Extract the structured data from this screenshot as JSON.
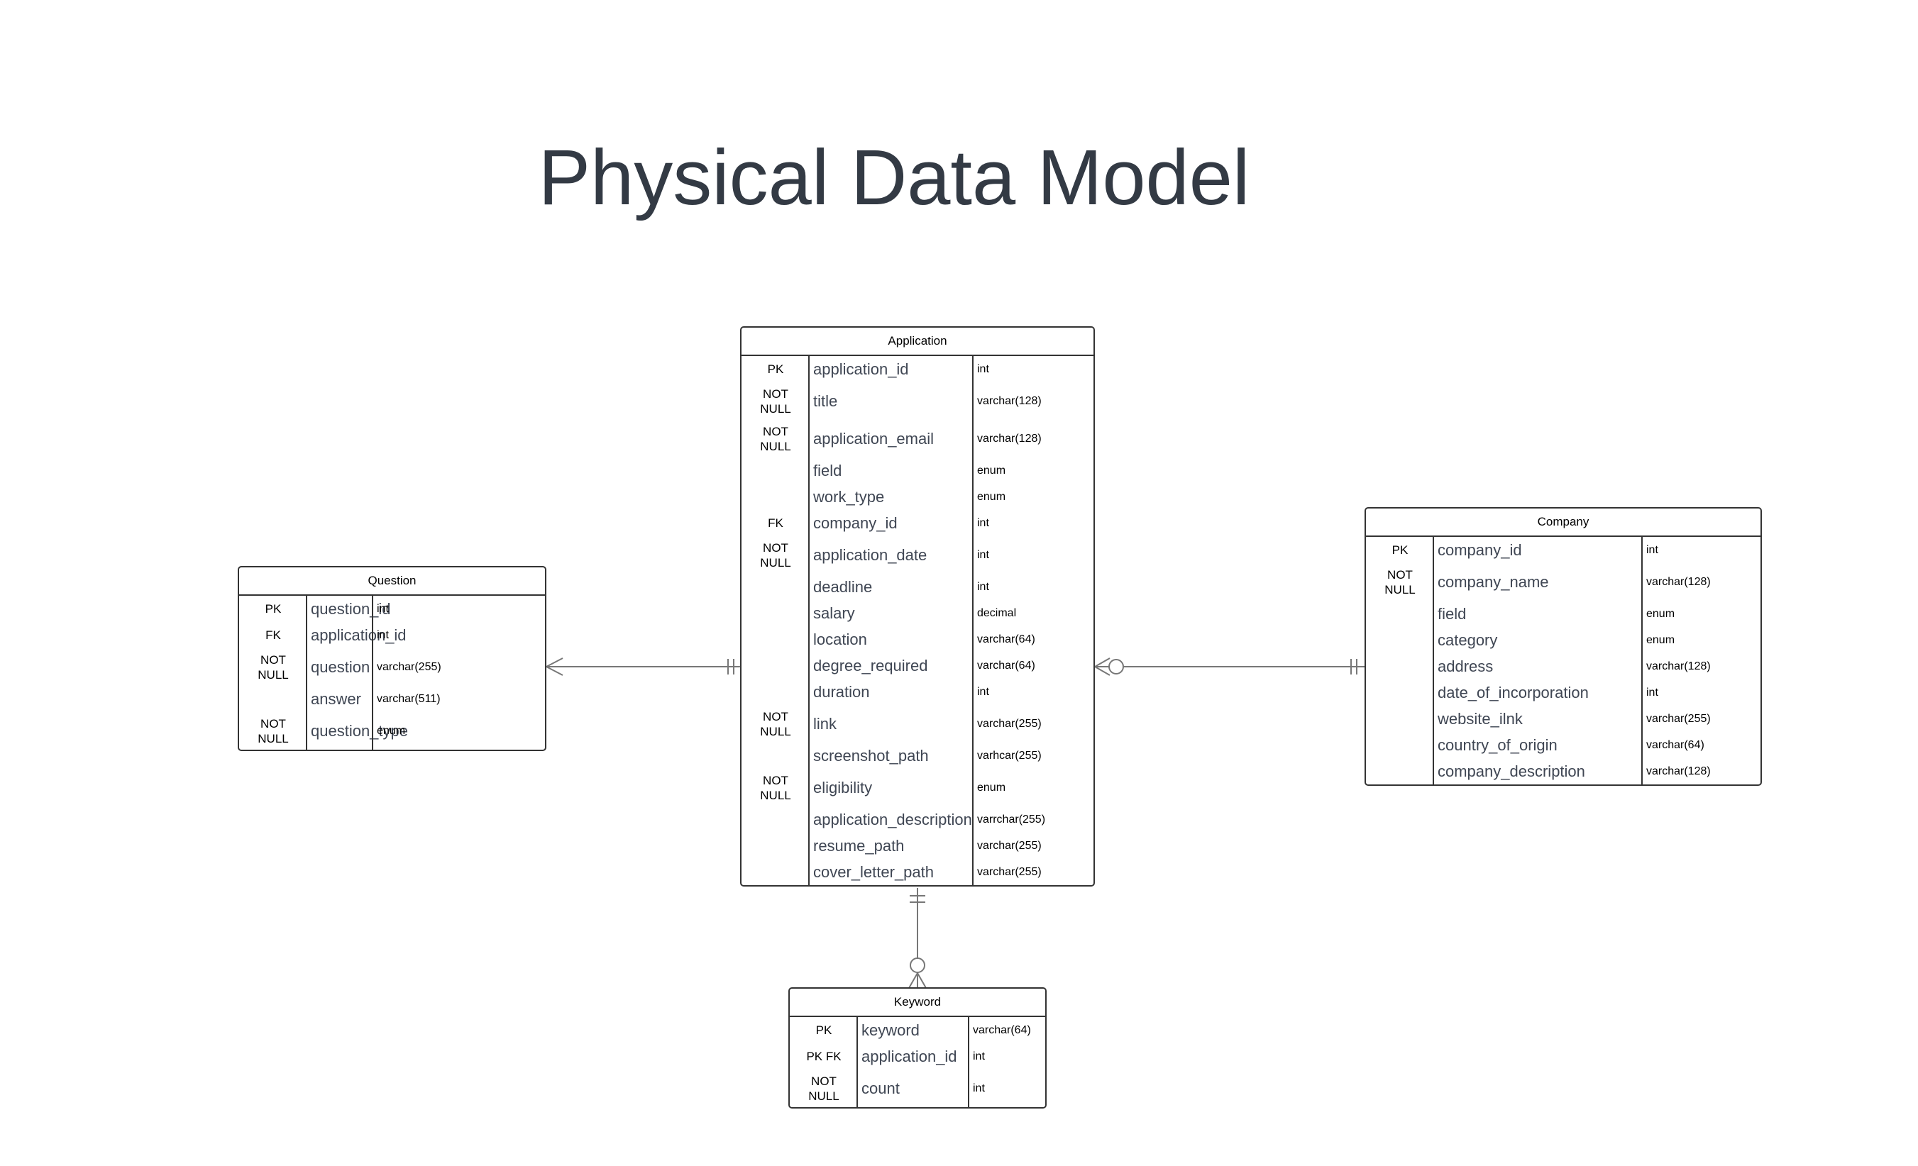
{
  "title": "Physical Data Model",
  "colors": {
    "title": "#333a44",
    "border": "#333333",
    "connector": "#777777",
    "field_text": "#3f4653"
  },
  "entities": {
    "question": {
      "name": "Question",
      "rows": [
        {
          "key": "PK",
          "name": "question_id",
          "type": "int"
        },
        {
          "key": "FK",
          "name": "application_id",
          "type": "int"
        },
        {
          "key": "NOT NULL",
          "name": "question",
          "type": "varchar(255)"
        },
        {
          "key": "",
          "name": "answer",
          "type": "varchar(511)"
        },
        {
          "key": "NOT NULL",
          "name": "question_type",
          "type": "enum"
        }
      ]
    },
    "application": {
      "name": "Application",
      "rows": [
        {
          "key": "PK",
          "name": "application_id",
          "type": "int"
        },
        {
          "key": "NOT NULL",
          "name": "title",
          "type": "varchar(128)"
        },
        {
          "key": "NOT NULL",
          "name": "application_email",
          "type": "varchar(128)"
        },
        {
          "key": "",
          "name": "field",
          "type": "enum"
        },
        {
          "key": "",
          "name": "work_type",
          "type": "enum"
        },
        {
          "key": "FK",
          "name": "company_id",
          "type": "int"
        },
        {
          "key": "NOT NULL",
          "name": "application_date",
          "type": "int"
        },
        {
          "key": "",
          "name": "deadline",
          "type": "int"
        },
        {
          "key": "",
          "name": "salary",
          "type": "decimal"
        },
        {
          "key": "",
          "name": "location",
          "type": "varchar(64)"
        },
        {
          "key": "",
          "name": "degree_required",
          "type": "varchar(64)"
        },
        {
          "key": "",
          "name": "duration",
          "type": "int"
        },
        {
          "key": "NOT NULL",
          "name": "link",
          "type": "varchar(255)"
        },
        {
          "key": "",
          "name": "screenshot_path",
          "type": "varhcar(255)"
        },
        {
          "key": "NOT NULL",
          "name": "eligibility",
          "type": "enum"
        },
        {
          "key": "",
          "name": "application_description",
          "type": "varrchar(255)"
        },
        {
          "key": "",
          "name": "resume_path",
          "type": "varchar(255)"
        },
        {
          "key": "",
          "name": "cover_letter_path",
          "type": "varchar(255)"
        }
      ]
    },
    "company": {
      "name": "Company",
      "rows": [
        {
          "key": "PK",
          "name": "company_id",
          "type": "int"
        },
        {
          "key": "NOT NULL",
          "name": "company_name",
          "type": "varchar(128)"
        },
        {
          "key": "",
          "name": "field",
          "type": "enum"
        },
        {
          "key": "",
          "name": "category",
          "type": "enum"
        },
        {
          "key": "",
          "name": "address",
          "type": "varchar(128)"
        },
        {
          "key": "",
          "name": "date_of_incorporation",
          "type": "int"
        },
        {
          "key": "",
          "name": "website_ilnk",
          "type": "varchar(255)"
        },
        {
          "key": "",
          "name": "country_of_origin",
          "type": "varchar(64)"
        },
        {
          "key": "",
          "name": "company_description",
          "type": "varchar(128)"
        }
      ]
    },
    "keyword": {
      "name": "Keyword",
      "rows": [
        {
          "key": "PK",
          "name": "keyword",
          "type": "varchar(64)"
        },
        {
          "key": "PK FK",
          "name": "application_id",
          "type": "int"
        },
        {
          "key": "NOT NULL",
          "name": "count",
          "type": "int"
        }
      ]
    }
  },
  "relationships": [
    {
      "from": "Application",
      "to": "Question",
      "from_cardinality": "one-and-only-one",
      "to_cardinality": "many"
    },
    {
      "from": "Company",
      "to": "Application",
      "from_cardinality": "one-and-only-one",
      "to_cardinality": "zero-or-many"
    },
    {
      "from": "Application",
      "to": "Keyword",
      "from_cardinality": "one-and-only-one",
      "to_cardinality": "zero-or-many"
    }
  ]
}
